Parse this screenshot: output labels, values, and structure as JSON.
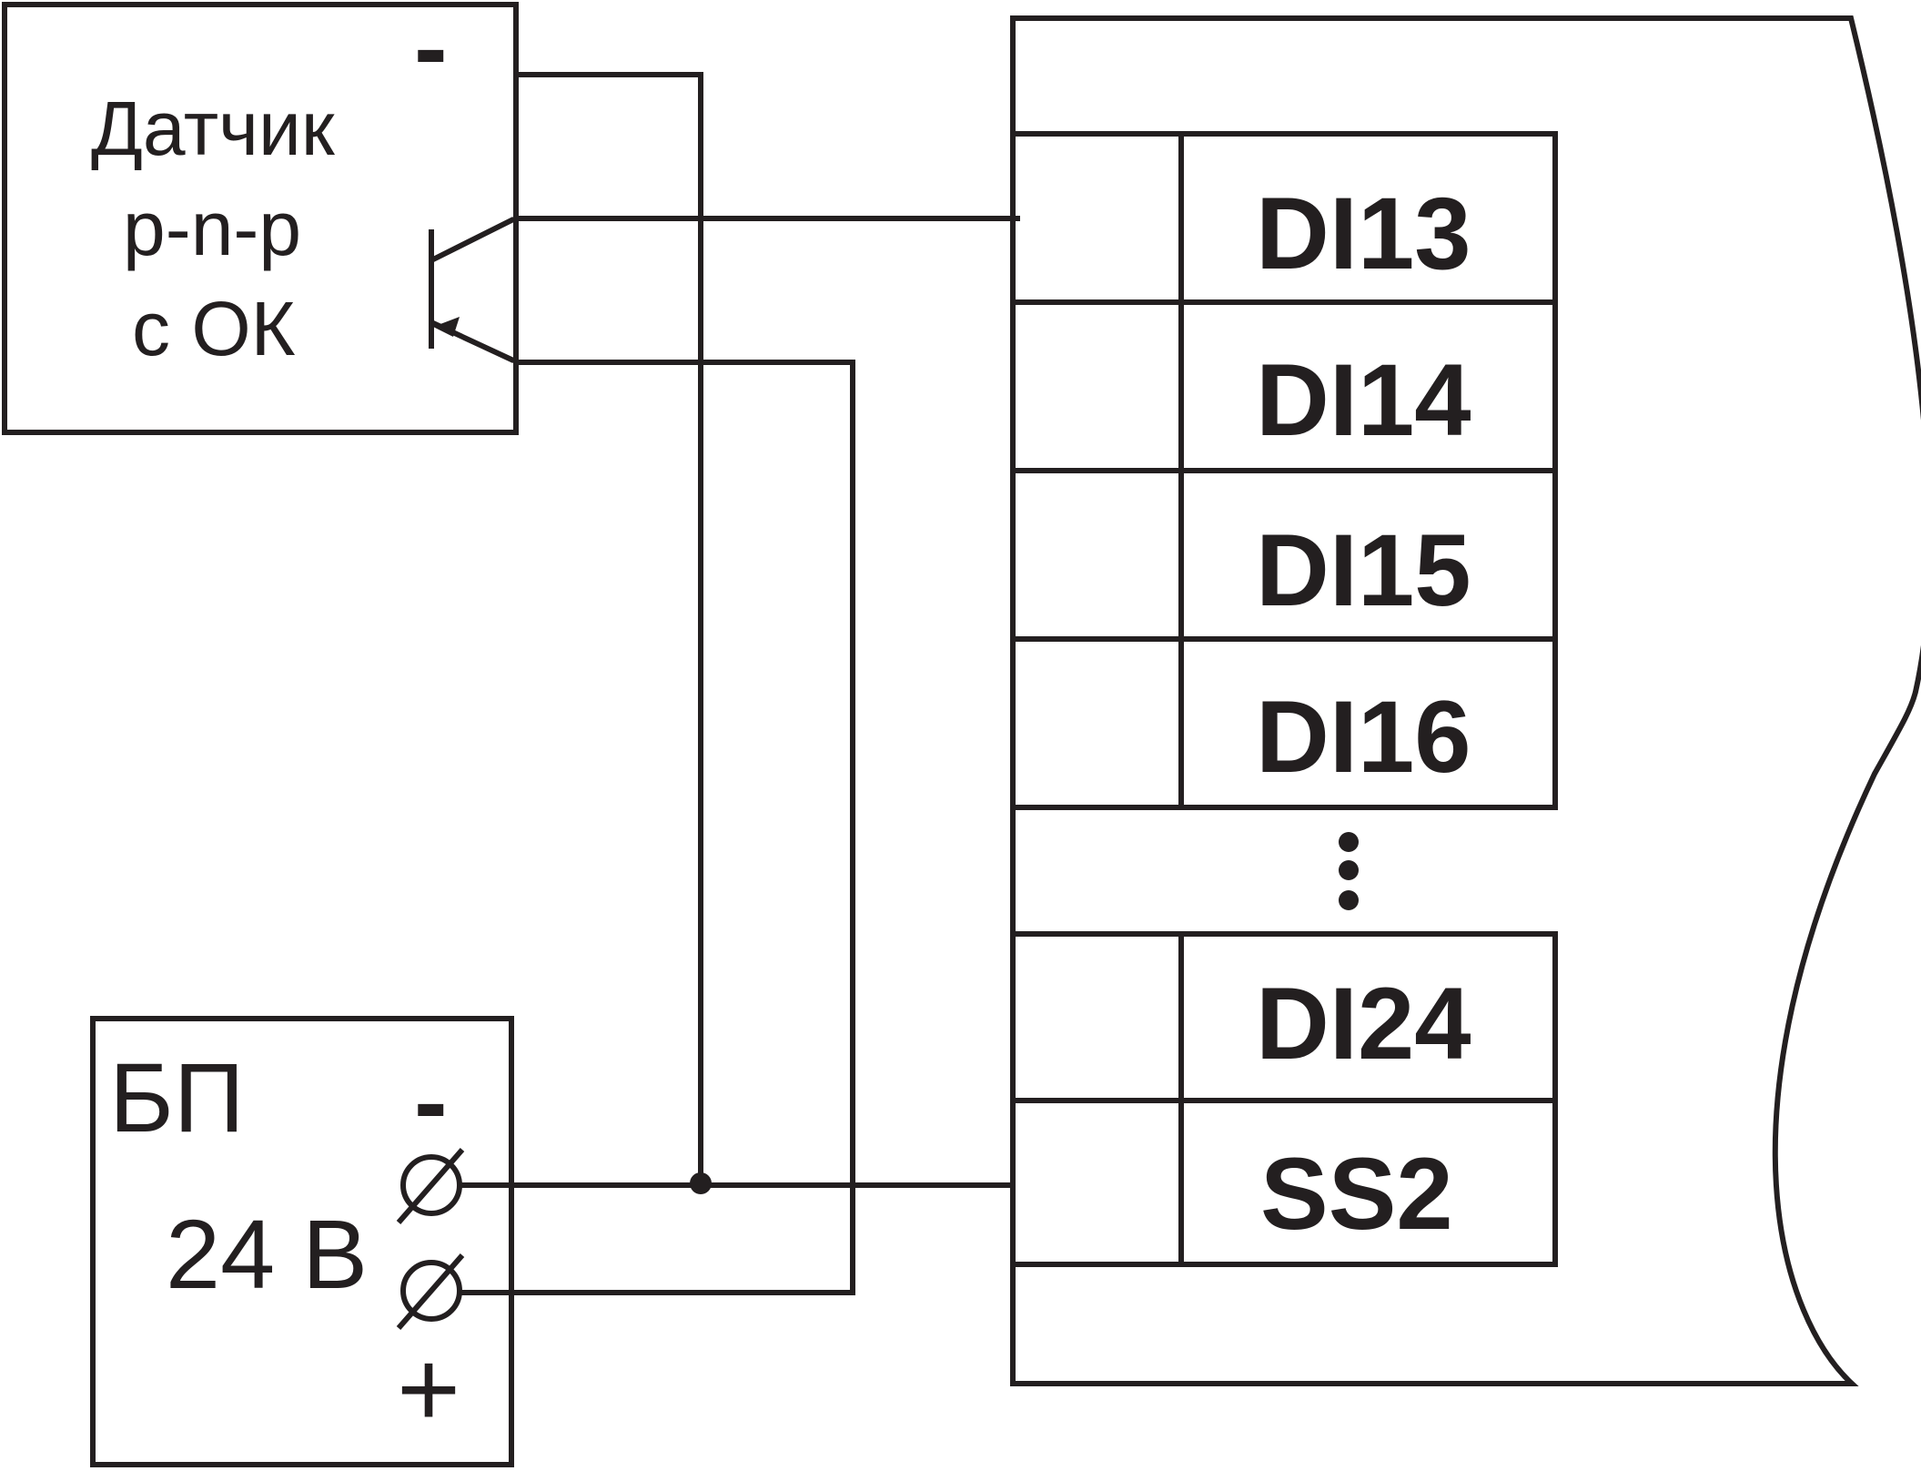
{
  "sensor": {
    "title": "Датчик",
    "type": "p-n-p",
    "output": "с ОК",
    "minus_sign": "-"
  },
  "power_supply": {
    "title": "БП",
    "voltage": "24 В",
    "minus_sign": "-",
    "plus_sign": "+"
  },
  "module": {
    "terminals": [
      "DI13",
      "DI14",
      "DI15",
      "DI16",
      "DI24",
      "SS2"
    ],
    "ellipsis": "⋮"
  },
  "colors": {
    "line": "#231f20",
    "background": "#ffffff"
  }
}
